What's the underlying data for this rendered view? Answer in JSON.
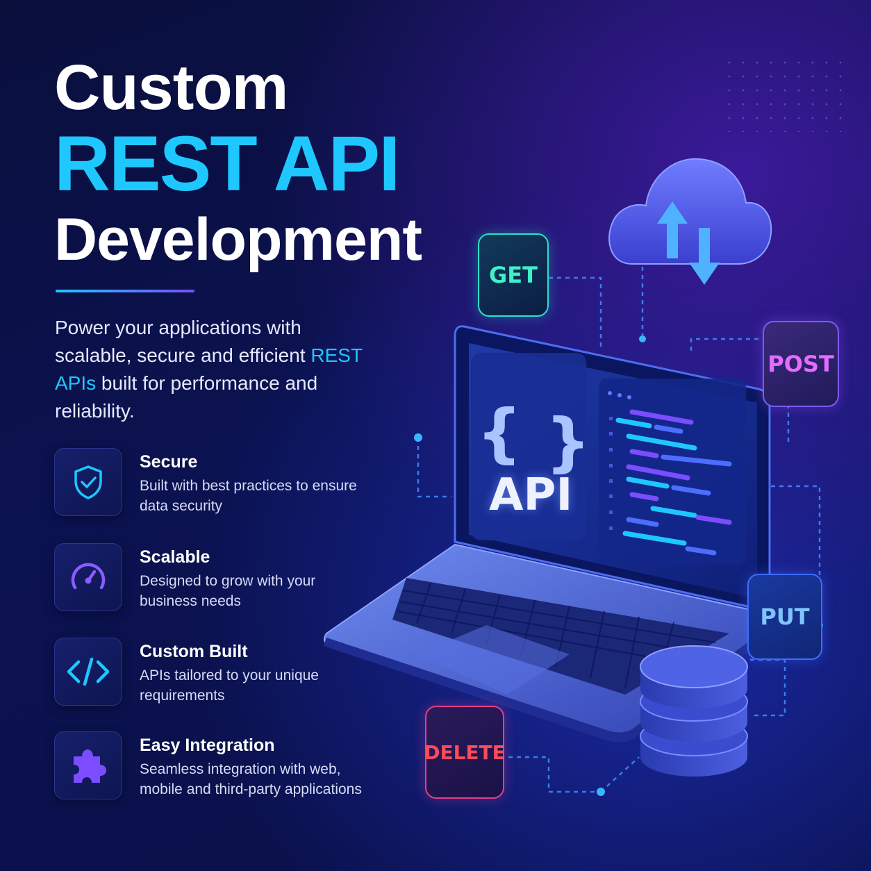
{
  "headline": {
    "line1": "Custom",
    "line2": "REST API",
    "line3": "Development"
  },
  "intro": {
    "before": "Power your applications with scalable, secure and efficient ",
    "highlight": "REST APIs",
    "after": " built for performance and reliability."
  },
  "features": [
    {
      "title": "Secure",
      "description": "Built with best practices to ensure data security",
      "icon": "shield-check-icon"
    },
    {
      "title": "Scalable",
      "description": "Designed to grow with your business needs",
      "icon": "speedometer-icon"
    },
    {
      "title": "Custom Built",
      "description": "APIs tailored to your unique requirements",
      "icon": "code-brackets-icon"
    },
    {
      "title": "Easy Integration",
      "description": "Seamless integration with web, mobile and third-party applications",
      "icon": "puzzle-icon"
    }
  ],
  "illustration": {
    "screen_label": "API",
    "methods": {
      "get": "GET",
      "post": "POST",
      "put": "PUT",
      "delete": "DELETE"
    },
    "icons": [
      "cloud-sync-icon",
      "laptop-icon",
      "database-icon"
    ]
  },
  "colors": {
    "accent_cyan": "#1ec8ff",
    "accent_purple": "#7b4dff",
    "background": "#0b1250",
    "get": "#3ff0c8",
    "post": "#e46cff",
    "put": "#7fc4ff",
    "delete": "#ff4a5a"
  }
}
